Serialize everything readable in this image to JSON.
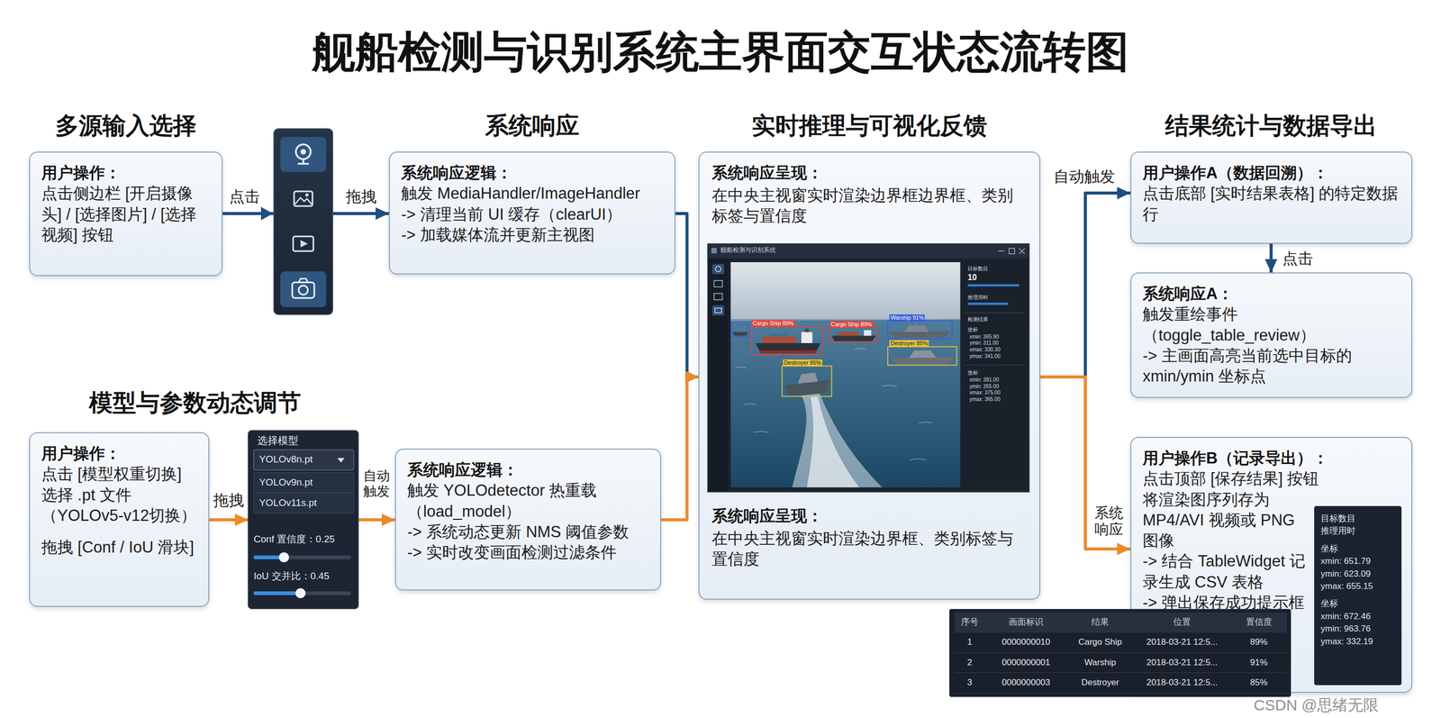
{
  "diagram": {
    "title": "舰船检测与识别系统主界面交互状态流转图",
    "nodes": [
      {
        "text": [
          "用户操作：",
          "点击侧边栏 [开启摄像头] / [选择图片] / [选择视频] 按钮"
        ]
      },
      {
        "text": [
          "系统响应逻辑：",
          "触发 MediaHandler/ImageHandler",
          "-> 清理当前 UI 缓存（clearUI）",
          "-> 加载媒体流并更新主视图"
        ]
      },
      {
        "text": [
          "系统响应呈现：",
          "在中央主视窗实时渲染边界框边界框、类别标签与置信度",
          "系统响应呈现：",
          "在中央主视窗实时渲染边界框、类别标签与置信度"
        ]
      },
      {
        "text": [
          "舰船检测与识别系统",
          "Cargo Ship 89%",
          "Cargo Ship 89%",
          "Warship 91%",
          "Destroyer 85%",
          "Destroyer 85%",
          "目标数目",
          "10",
          "推理用时",
          "检测结果",
          "坐标",
          "xmin: 365.90",
          "ymin: 311.00",
          "xmax: 330.30",
          "ymax: 341.00",
          "坐标",
          "xmin: 381.00",
          "ymin: 355.00",
          "xmax: 375.00",
          "ymax: 365.00"
        ],
        "in": 2
      },
      {
        "text": [
          "用户操作：",
          "点击 [模型权重切换] 选择 .pt 文件 （YOLOv5-v12切换）",
          "拖拽 [Conf / IoU 滑块]"
        ]
      },
      {
        "text": [
          "选择模型",
          "YOLOv8n.pt",
          "YOLOv9n.pt",
          "YOLOv11s.pt",
          "Conf 置信度：0.25",
          "IoU 交并比：0.45"
        ]
      },
      {
        "text": [
          "系统响应逻辑：",
          "触发 YOLOdetector 热重载 （load_model）",
          "-> 系统动态更新 NMS 阈值参数",
          "-> 实时改变画面检测过滤条件"
        ]
      },
      {
        "text": [
          "用户操作A（数据回溯）：",
          "点击底部 [实时结果表格] 的特定数据行"
        ]
      },
      {
        "text": [
          "系统响应A：",
          "触发重绘事件（toggle_table_review）",
          "-> 主画面高亮当前选中目标的 xmin/ymin 坐标点"
        ]
      },
      {
        "text": [
          "用户操作B（记录导出）：",
          "点击顶部 [保存结果] 按钮",
          "将渲染图序列存为 MP4/AVI 视频或 PNG 图像",
          "-> 结合 TableWidget 记录生成 CSV 表格",
          "-> 弹出保存成功提示框"
        ]
      },
      {
        "text": [
          "目标数目",
          "推理用时",
          "坐标",
          "xmin: 651.79",
          "ymin: 623.09",
          "ymax: 655.15",
          "坐标",
          "xmin: 672.46",
          "ymin: 963.76",
          "ymax: 332.19"
        ],
        "in": 9
      },
      {
        "text": [
          "序号",
          "画面标识",
          "结果",
          "位置",
          "置信度",
          "1",
          "0000000010",
          "Cargo Ship",
          "2018-03-21 12:5...",
          "89%",
          "2",
          "0000000001",
          "Warship",
          "2018-03-21 12:5...",
          "91%",
          "3",
          "0000000003",
          "Destroyer",
          "2018-03-21 12:5...",
          "85%"
        ]
      }
    ],
    "edges": [
      {
        "from": 0,
        "to": 1,
        "label": "点击",
        "arrow": "to"
      },
      {
        "from": 1,
        "to": 2,
        "arrow": "to"
      },
      {
        "from": 4,
        "to": 5,
        "label": "拖拽",
        "arrow": "to"
      },
      {
        "from": 5,
        "to": 6,
        "label": "自动触发",
        "arrow": "to"
      },
      {
        "from": 6,
        "to": 2,
        "arrow": "to"
      },
      {
        "from": 2,
        "to": 7,
        "label": "自动触发",
        "arrow": "to"
      },
      {
        "from": 7,
        "to": 8,
        "label": "点击",
        "arrow": "to"
      },
      {
        "from": 2,
        "to": 9,
        "label": "系统响应",
        "arrow": "to"
      }
    ],
    "labels": [
      "多源输入选择",
      "系统响应",
      "实时推理与可视化反馈",
      "结果统计与数据导出",
      "模型与参数动态调节",
      "拖拽",
      "CSDN @思绪无限"
    ]
  }
}
